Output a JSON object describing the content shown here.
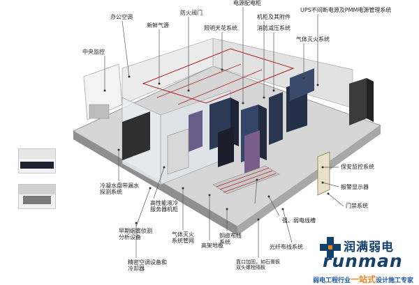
{
  "labels": {
    "ups": "UPS不间断电源及PMM电源管理系统",
    "power_cabinet": "电源配电柜",
    "rack_wiring": "机柜及其附件",
    "fire_damper": "防火阀门",
    "office_ac": "办公空调",
    "fresh_air": "新鲜气源",
    "lighting": "照明天花系统",
    "exhaust": "消防减压系统",
    "gas_fire": "气体灭火系统",
    "central_monitor": "中央监控",
    "security": "保安监控系统",
    "alarm_display": "报警显示器",
    "access": "门禁系统",
    "water_leak": "冷凝水盘带漏水\n探测系统",
    "precision_ac_room": "高性能液冷\n服务器机柜",
    "smoke_detect": "早期烟雾侦测\n分析设备",
    "gas_pipe": "气体灭火\n系统管网",
    "raised_floor": "高架地板",
    "cable_tray": "铜缆布线\n系统",
    "weak_current": "强、弱电线槽",
    "fiber": "光纤布线系统",
    "precision_ac": "精密空调设备和\n冷却器",
    "floor_support": "靠口加固，如石膏板\n双头螺栓隔板"
  },
  "logo": {
    "cn": "润满弱电",
    "en": "runman",
    "slogan_left": "弱电工程行业",
    "slogan_mid": "一站式",
    "slogan_right": "设计施工专家"
  },
  "colors": {
    "logo_blue": "#14406c",
    "logo_orange": "#e8821e",
    "callout_line": "#555555"
  }
}
